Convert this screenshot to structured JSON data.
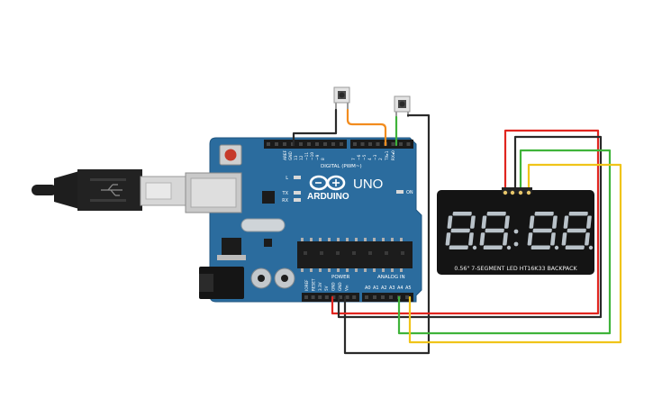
{
  "board": {
    "brand": "ARDUINO",
    "model": "UNO",
    "digital_header": "DIGITAL (PWM~)",
    "power_label": "POWER",
    "analog_label": "ANALOG IN",
    "led_on": "ON",
    "led_l": "L",
    "led_tx": "TX",
    "led_rx": "RX",
    "pins_top": [
      "AREF",
      "GND",
      "13",
      "12",
      "~11",
      "~10",
      "~9",
      "8",
      "7",
      "~6",
      "~5",
      "4",
      "~3",
      "2",
      "TX▸1",
      "RX◂0"
    ],
    "pins_power": [
      "IOREF",
      "RESET",
      "3.3V",
      "5V",
      "GND",
      "GND",
      "Vin"
    ],
    "pins_analog": [
      "A0",
      "A1",
      "A2",
      "A3",
      "A4",
      "A5"
    ]
  },
  "display": {
    "digits": "88:88",
    "label": "0.56\" 7-SEGMENT LED HT16K33 BACKPACK"
  },
  "colors": {
    "board": "#2b6c9e",
    "wire_red": "#e0251f",
    "wire_black": "#2a2a2a",
    "wire_green": "#3fb33a",
    "wire_yellow": "#f0c419",
    "wire_orange": "#f28c1e",
    "segment_on": "#b9c2c9"
  }
}
